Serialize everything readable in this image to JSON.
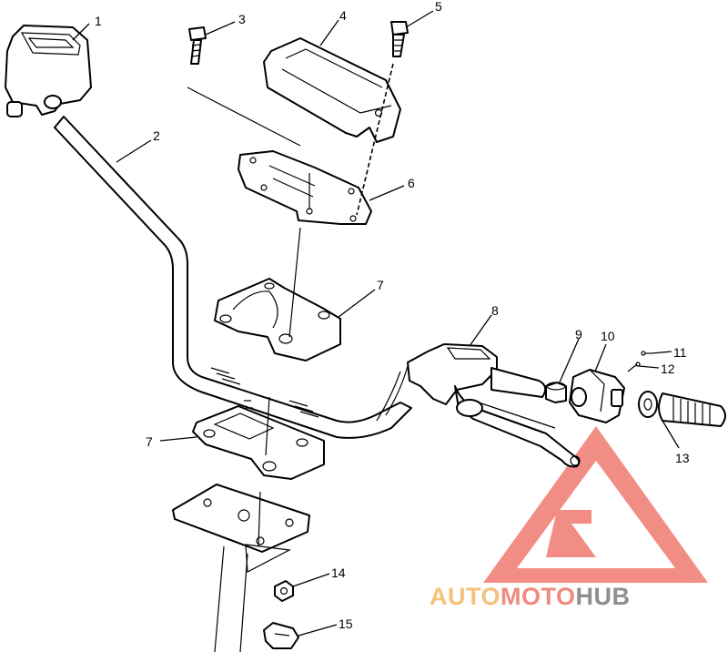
{
  "diagram": {
    "callouts": [
      {
        "id": "c1",
        "number": "1"
      },
      {
        "id": "c2",
        "number": "2"
      },
      {
        "id": "c3",
        "number": "3"
      },
      {
        "id": "c4",
        "number": "4"
      },
      {
        "id": "c5",
        "number": "5"
      },
      {
        "id": "c6",
        "number": "6"
      },
      {
        "id": "c7a",
        "number": "7"
      },
      {
        "id": "c7b",
        "number": "7"
      },
      {
        "id": "c8",
        "number": "8"
      },
      {
        "id": "c9",
        "number": "9"
      },
      {
        "id": "c10",
        "number": "10"
      },
      {
        "id": "c11",
        "number": "11"
      },
      {
        "id": "c12",
        "number": "12"
      },
      {
        "id": "c13",
        "number": "13"
      },
      {
        "id": "c14",
        "number": "14"
      },
      {
        "id": "c15",
        "number": "15"
      }
    ]
  },
  "watermark": {
    "part1": "AUTO",
    "part2": "MOTO",
    "part3": "HUB",
    "colors": {
      "auto": "#f4c27a",
      "moto": "#f08a7e",
      "hub": "#8f8f8f",
      "logo": "#f07a70"
    }
  }
}
